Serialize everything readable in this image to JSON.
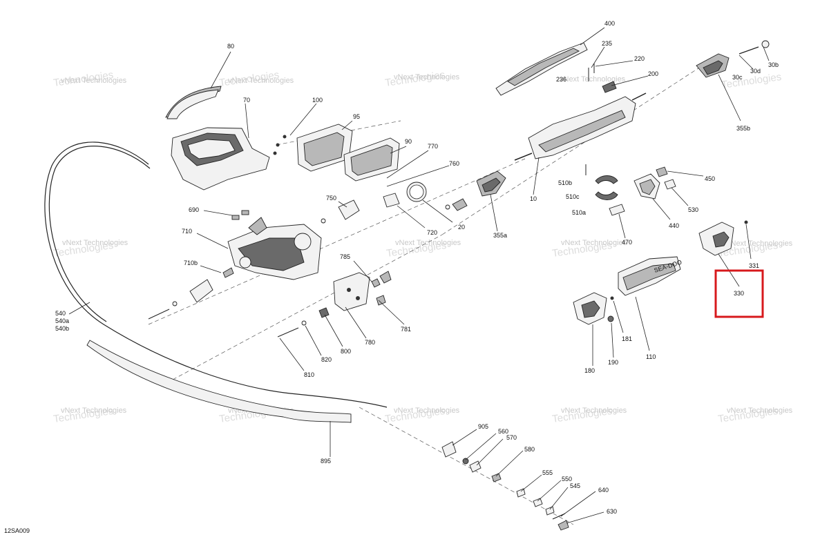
{
  "figure_id": "12SA009",
  "watermark": {
    "line1": "vNext Technologies",
    "line2": "Technologies",
    "tag": "vNext"
  },
  "callouts": {
    "c80": "80",
    "c70": "70",
    "c100": "100",
    "c95": "95",
    "c90": "90",
    "c770": "770",
    "c760": "760",
    "c750": "750",
    "c720": "720",
    "c20": "20",
    "c690": "690",
    "c710": "710",
    "c710b": "710b",
    "c540": "540",
    "c540a": "540a",
    "c540b": "540b",
    "c785": "785",
    "c781": "781",
    "c780": "780",
    "c800": "800",
    "c820": "820",
    "c810": "810",
    "c355a": "355a",
    "c10": "10",
    "c400": "400",
    "c235": "235",
    "c220": "220",
    "c236": "236",
    "c200": "200",
    "c30b": "30b",
    "c30d": "30d",
    "c30c": "30c",
    "c355b": "355b",
    "c510b": "510b",
    "c510c": "510c",
    "c510a": "510a",
    "c470": "470",
    "c450": "450",
    "c530": "530",
    "c440": "440",
    "c331": "331",
    "c330": "330",
    "c181": "181",
    "c180": "180",
    "c190": "190",
    "c110": "110",
    "c895": "895",
    "c905": "905",
    "c560": "560",
    "c570": "570",
    "c580": "580",
    "c555": "555",
    "c550": "550",
    "c545": "545",
    "c640": "640",
    "c630": "630"
  },
  "emblem_text": "SEA-DOO",
  "highlight": {
    "label": "330",
    "color": "#d7191c"
  }
}
